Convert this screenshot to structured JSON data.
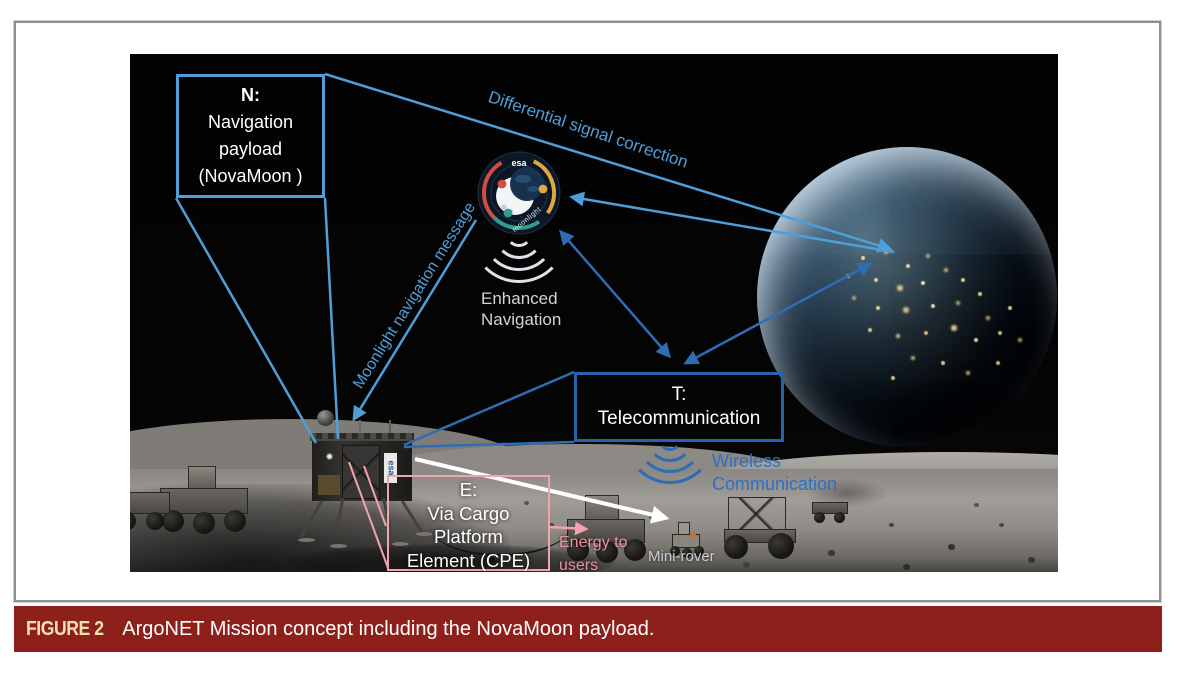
{
  "figure": {
    "nav_box": {
      "l1": "N:",
      "l2": "Navigation",
      "l3": "payload",
      "l4": "(NovaMoon )"
    },
    "telecom_box": {
      "l1": "T:",
      "l2": "Telecommunication"
    },
    "cpe_box": {
      "l1": "E:",
      "l2": "Via Cargo",
      "l3": "Platform",
      "l4": "Element (CPE)"
    },
    "arrows": {
      "diff_signal": "Differential signal correction",
      "nav_message": "Moonlight navigation message"
    },
    "satellite": {
      "agency": "esa",
      "program": "moonlight",
      "caption_l1": "Enhanced",
      "caption_l2": "Navigation"
    },
    "wireless": {
      "l1": "Wireless",
      "l2": "Communication"
    },
    "energy": {
      "l1": "Energy to",
      "l2": "users"
    },
    "mini_rover_label": "Mini-rover"
  },
  "caption": {
    "label": "FIGURE 2",
    "text": "ArgoNET Mission concept including the NovaMoon payload."
  },
  "colors": {
    "line_blue_light": "#4f9ed8",
    "line_blue_dark": "#2e6db4",
    "box_pink": "#f2a3ac",
    "wireless_text": "#2f6fc2",
    "caption_bar": "#8e201c",
    "caption_label_text": "#f2e2ae",
    "logo_red": "#d34b41",
    "logo_orange": "#e2a63e",
    "logo_teal": "#2f9d8a"
  }
}
